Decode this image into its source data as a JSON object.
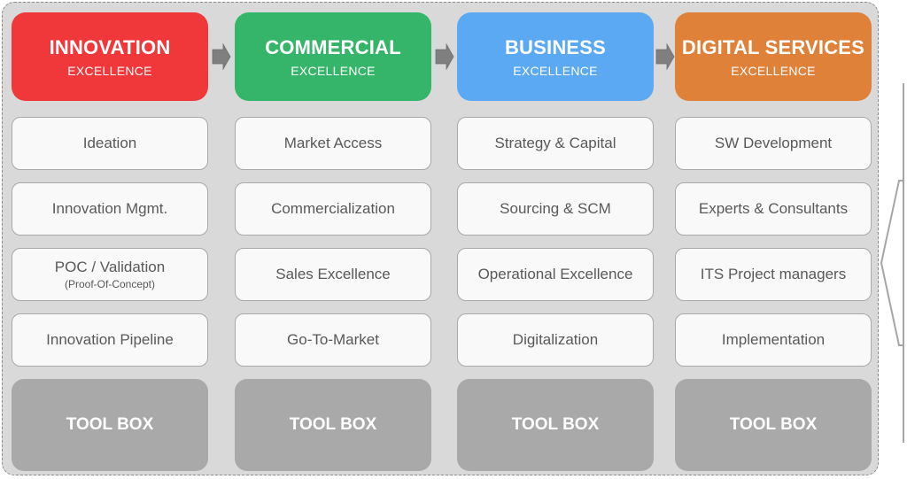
{
  "columns": [
    {
      "title": "INNOVATION",
      "subtitle": "EXCELLENCE",
      "color": "#f0373a",
      "items": [
        {
          "label": "Ideation"
        },
        {
          "label": "Innovation Mgmt."
        },
        {
          "label": "POC / Validation",
          "note": "(Proof-Of-Concept)"
        },
        {
          "label": "Innovation Pipeline"
        }
      ],
      "toolbox": "TOOL BOX"
    },
    {
      "title": "COMMERCIAL",
      "subtitle": "EXCELLENCE",
      "color": "#35b56a",
      "items": [
        {
          "label": "Market Access"
        },
        {
          "label": "Commercialization"
        },
        {
          "label": "Sales Excellence"
        },
        {
          "label": "Go-To-Market"
        }
      ],
      "toolbox": "TOOL BOX"
    },
    {
      "title": "BUSINESS",
      "subtitle": "EXCELLENCE",
      "color": "#5aa9f2",
      "items": [
        {
          "label": "Strategy & Capital"
        },
        {
          "label": "Sourcing & SCM"
        },
        {
          "label": "Operational Excellence"
        },
        {
          "label": "Digitalization"
        }
      ],
      "toolbox": "TOOL BOX"
    },
    {
      "title": "DIGITAL SERVICES",
      "subtitle": "EXCELLENCE",
      "color": "#df8138",
      "items": [
        {
          "label": "SW Development"
        },
        {
          "label": "Experts & Consultants"
        },
        {
          "label": "ITS Project managers"
        },
        {
          "label": "Implementation"
        }
      ],
      "toolbox": "TOOL BOX"
    }
  ],
  "colors": {
    "background_panel": "#d9d9d9",
    "item_fill": "#f9f9f9",
    "toolbox_fill": "#a9a9a9",
    "arrow": "#7f7f7f"
  }
}
